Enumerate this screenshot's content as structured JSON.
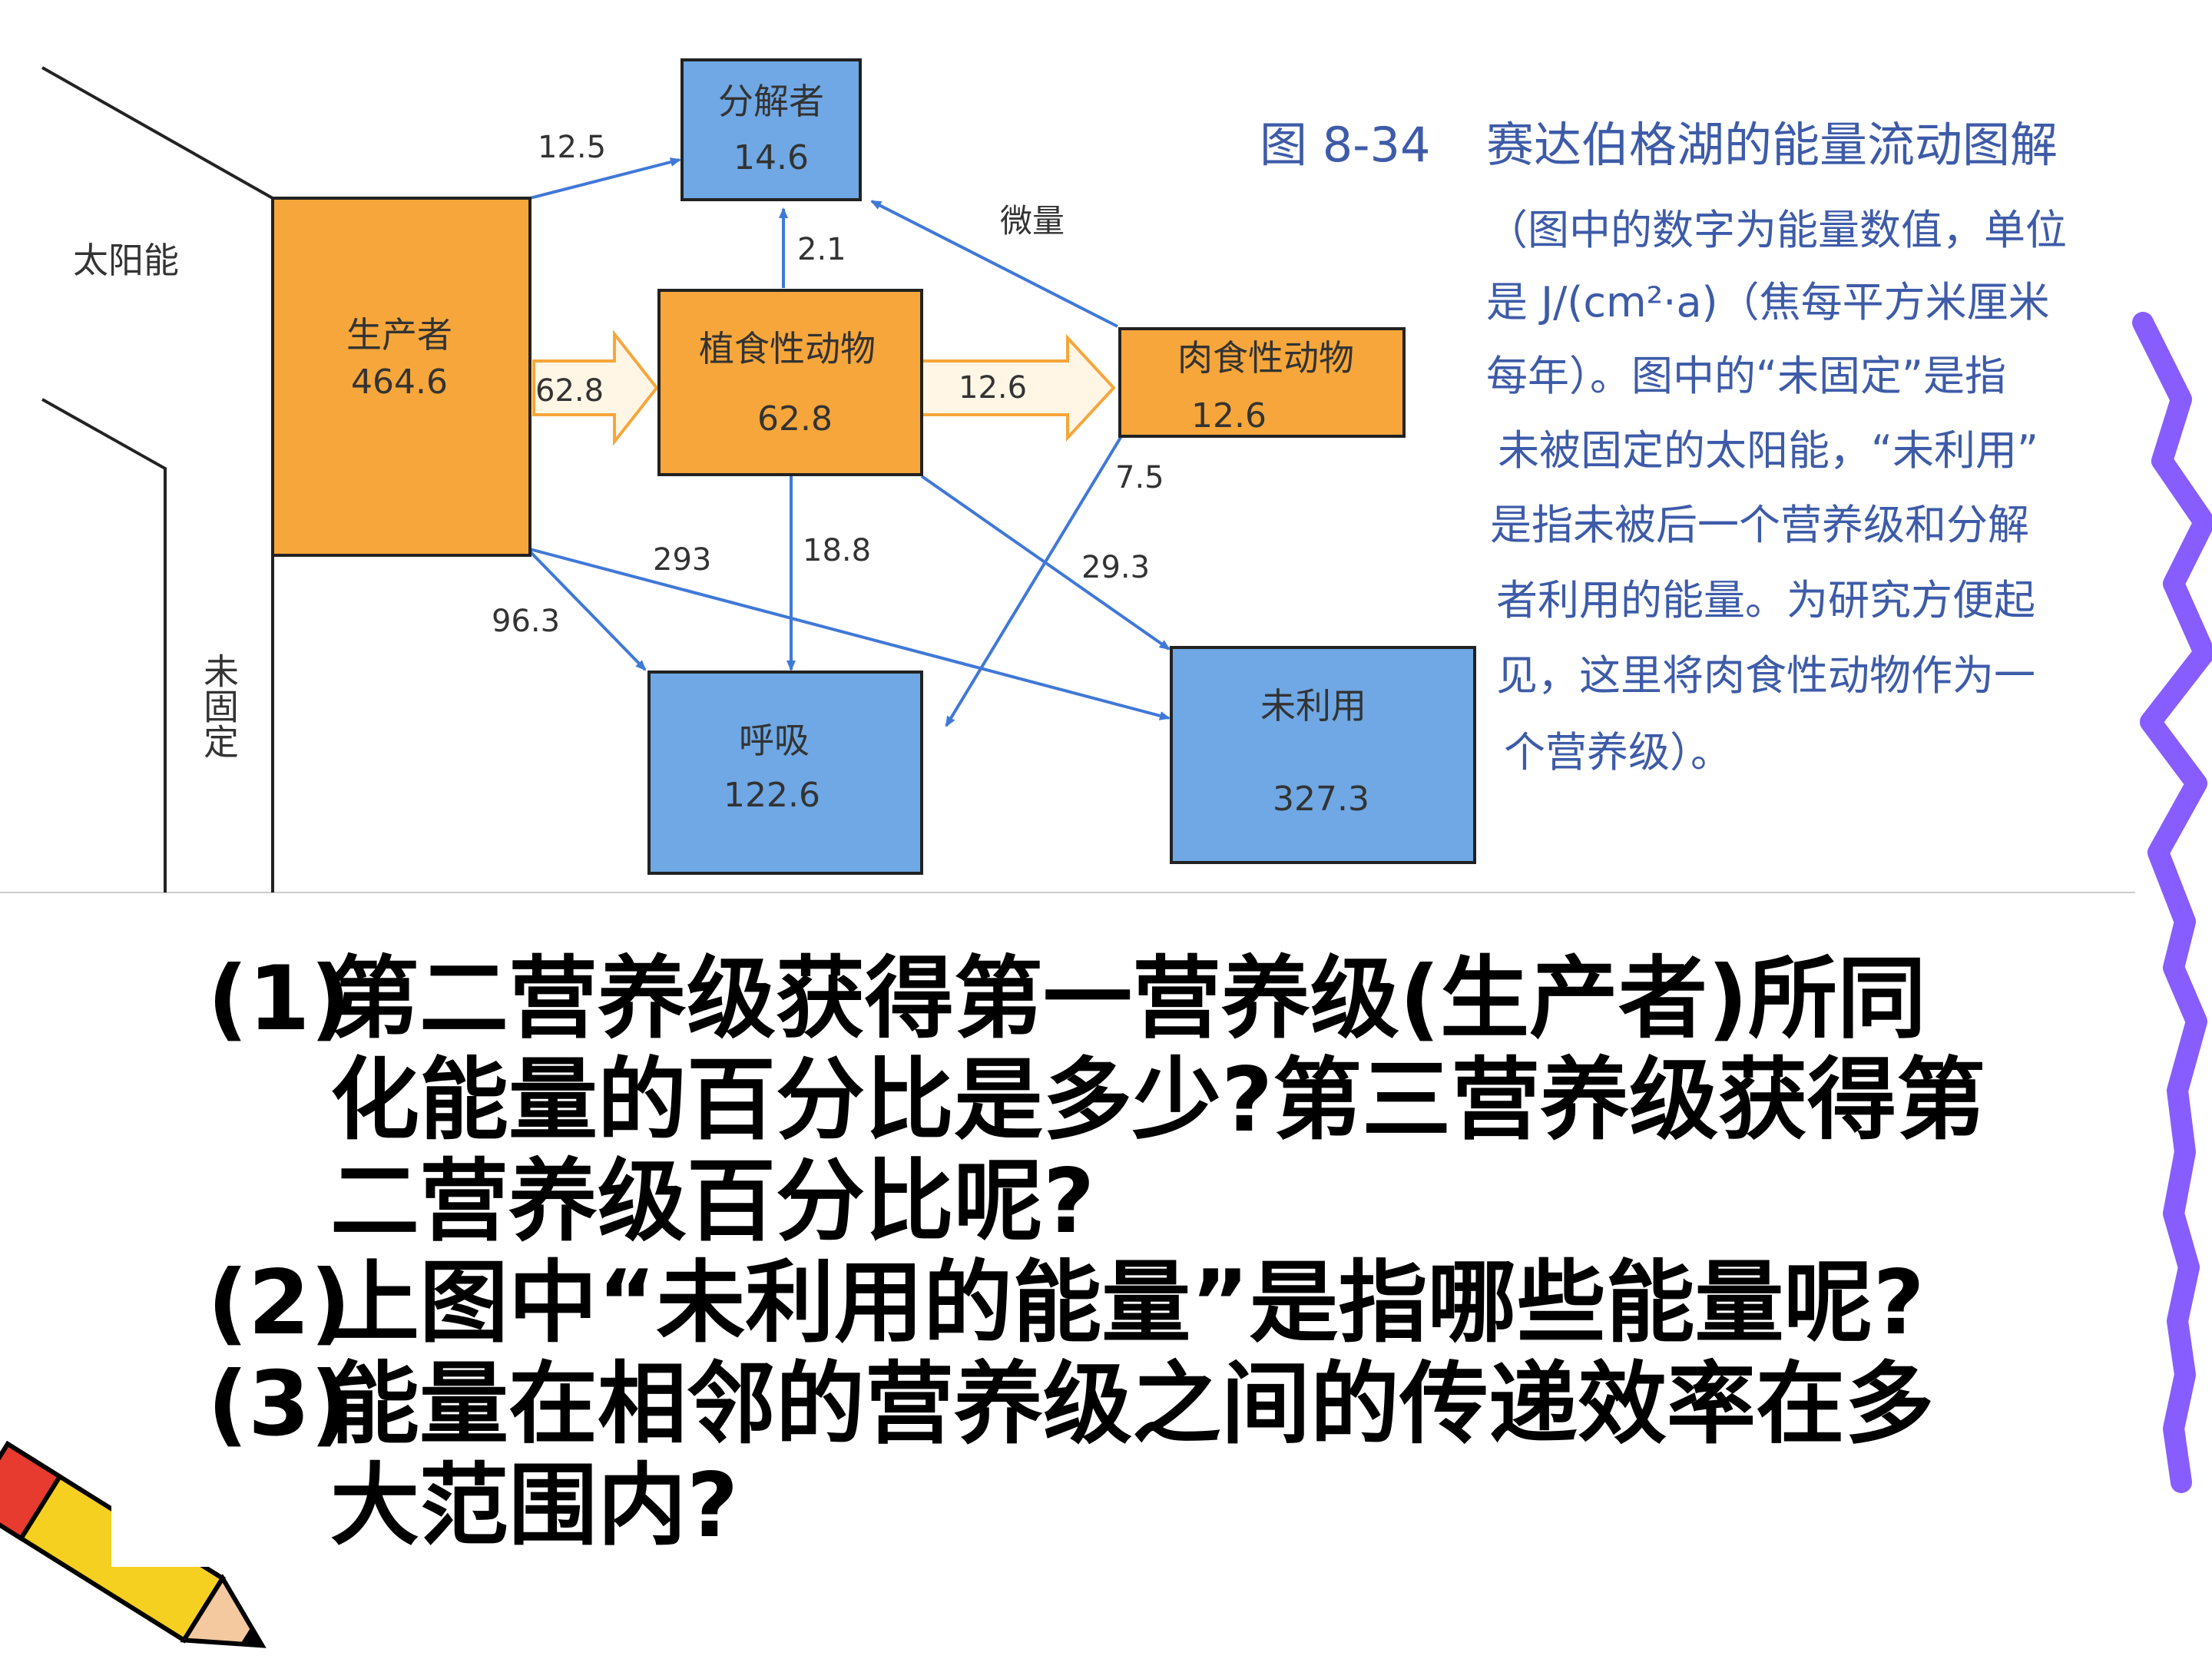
{
  "figure": {
    "title_num": "图 8-34",
    "title_text": "赛达伯格湖的能量流动图解",
    "caption_lines": [
      "（图中的数字为能量数值，单位",
      "是 J/(cm²·a)（焦每平方米厘米",
      "每年）。图中的“未固定”是指",
      "未被固定的太阳能，“未利用”",
      "是指未被后一个营养级和分解",
      "者利用的能量。为研究方便起",
      "见，这里将肉食性动物作为一",
      "个营养级）。"
    ],
    "solar_label": "太阳能",
    "unfixed_label": "未固定",
    "nodes": {
      "producer": {
        "name": "生产者",
        "value": "464.6"
      },
      "decomposer": {
        "name": "分解者",
        "value": "14.6"
      },
      "herbivore": {
        "name": "植食性动物",
        "value": "62.8"
      },
      "carnivore": {
        "name": "肉食性动物",
        "value": "12.6"
      },
      "respiration": {
        "name": "呼吸",
        "value": "122.6"
      },
      "unused": {
        "name": "未利用",
        "value": "327.3"
      }
    },
    "flows": {
      "producer_to_decomposer": "12.5",
      "herbivore_to_decomposer": "2.1",
      "carnivore_to_decomposer": "微量",
      "producer_to_herbivore": "62.8",
      "herbivore_to_carnivore": "12.6",
      "carnivore_to_respiration": "7.5",
      "producer_to_unused": "293",
      "herbivore_to_respiration": "18.8",
      "herbivore_to_unused": "29.3",
      "producer_to_respiration": "96.3"
    },
    "colors": {
      "orange": "#F6A63A",
      "blue": "#6FA8E4",
      "arrow_blue": "#3F78D8",
      "caption_blue": "#3D5BA8"
    }
  },
  "questions": [
    {
      "num": "(1)",
      "text": "第二营养级获得第一营养级(生产者)所同化能量的百分比是多少?第三营养级获得第二营养级百分比呢?"
    },
    {
      "num": "(2)",
      "text": "上图中“未利用的能量”是指哪些能量呢?"
    },
    {
      "num": "(3)",
      "text": "能量在相邻的营养级之间的传递效率在多大范围内?"
    }
  ]
}
